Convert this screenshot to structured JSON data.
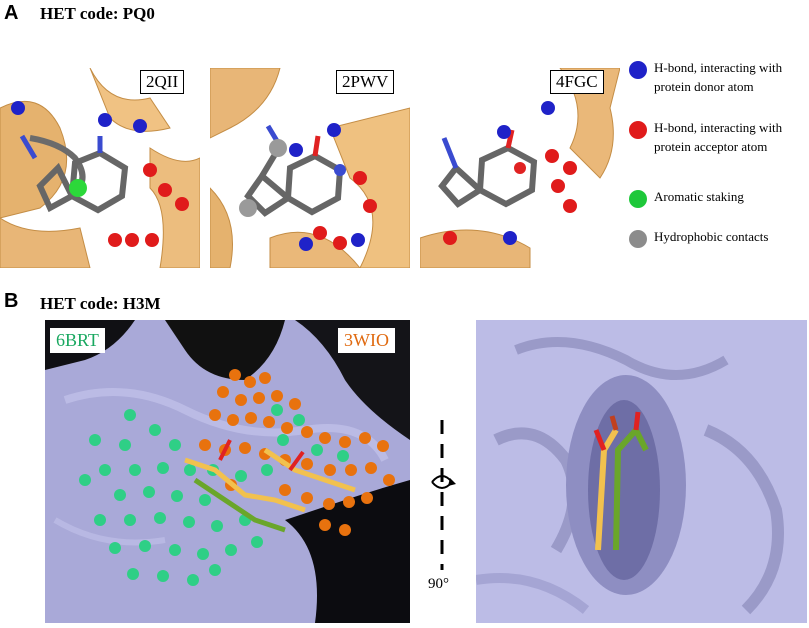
{
  "panel_a": {
    "letter": "A",
    "het_code": "HET code: PQ0",
    "structures": [
      {
        "id": "2QII"
      },
      {
        "id": "2PWV"
      },
      {
        "id": "4FGC"
      }
    ],
    "legend": [
      {
        "color": "#1f22c8",
        "text": "H-bond, interacting with protein donor atom"
      },
      {
        "color": "#e01b1b",
        "text": "H-bond, interacting  with protein acceptor atom"
      },
      {
        "color": "#1ec83a",
        "text": "Aromatic staking"
      },
      {
        "color": "#8c8c8c",
        "text": "Hydrophobic contacts"
      }
    ]
  },
  "panel_b": {
    "letter": "B",
    "het_code": "HET code: H3M",
    "label_left": "6BRT",
    "label_right": "3WIO",
    "rotation": "90°",
    "colors": {
      "green_spheres": "#2fcf86",
      "orange_spheres": "#e8720e",
      "surface": "#b3b3e0"
    }
  }
}
